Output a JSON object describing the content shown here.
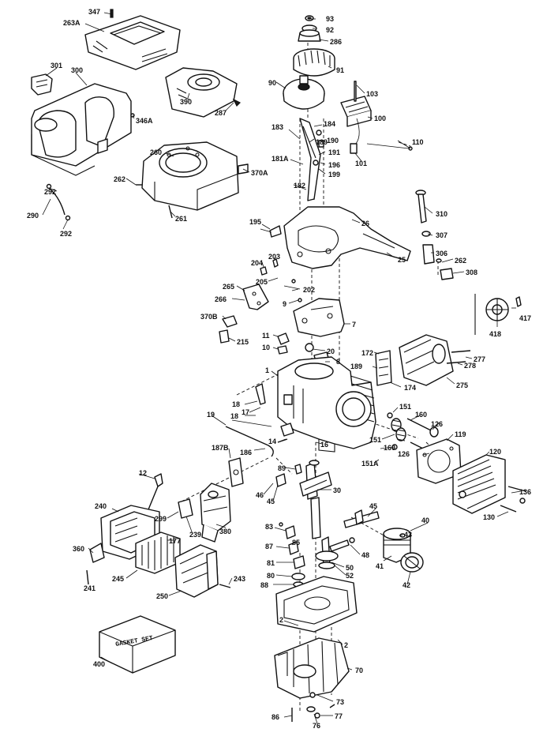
{
  "diagram": {
    "gasket_kit_label": "GASKET SET",
    "callouts": [
      {
        "key": "347",
        "text": "347"
      },
      {
        "key": "263A",
        "text": "263A"
      },
      {
        "key": "93",
        "text": "93"
      },
      {
        "key": "92",
        "text": "92"
      },
      {
        "key": "286",
        "text": "286"
      },
      {
        "key": "91",
        "text": "91"
      },
      {
        "key": "301",
        "text": "301"
      },
      {
        "key": "300",
        "text": "300"
      },
      {
        "key": "390",
        "text": "390"
      },
      {
        "key": "287",
        "text": "287"
      },
      {
        "key": "90",
        "text": "90"
      },
      {
        "key": "103",
        "text": "103"
      },
      {
        "key": "346A",
        "text": "346A"
      },
      {
        "key": "100",
        "text": "100"
      },
      {
        "key": "184",
        "text": "184"
      },
      {
        "key": "183",
        "text": "183"
      },
      {
        "key": "189",
        "text": "189"
      },
      {
        "key": "190",
        "text": "190"
      },
      {
        "key": "110",
        "text": "110"
      },
      {
        "key": "191",
        "text": "191"
      },
      {
        "key": "181A",
        "text": "181A"
      },
      {
        "key": "101",
        "text": "101"
      },
      {
        "key": "260",
        "text": "260"
      },
      {
        "key": "196",
        "text": "196"
      },
      {
        "key": "199",
        "text": "199"
      },
      {
        "key": "370A",
        "text": "370A"
      },
      {
        "key": "262a",
        "text": "262"
      },
      {
        "key": "182",
        "text": "182"
      },
      {
        "key": "292a",
        "text": "292"
      },
      {
        "key": "261",
        "text": "261"
      },
      {
        "key": "290",
        "text": "290"
      },
      {
        "key": "292b",
        "text": "292"
      },
      {
        "key": "310",
        "text": "310"
      },
      {
        "key": "195",
        "text": "195"
      },
      {
        "key": "26",
        "text": "26"
      },
      {
        "key": "307",
        "text": "307"
      },
      {
        "key": "25",
        "text": "25"
      },
      {
        "key": "306",
        "text": "306"
      },
      {
        "key": "204",
        "text": "204"
      },
      {
        "key": "203",
        "text": "203"
      },
      {
        "key": "262b",
        "text": "262"
      },
      {
        "key": "205",
        "text": "205"
      },
      {
        "key": "308",
        "text": "308"
      },
      {
        "key": "265",
        "text": "265"
      },
      {
        "key": "202",
        "text": "202"
      },
      {
        "key": "266",
        "text": "266"
      },
      {
        "key": "9",
        "text": "9"
      },
      {
        "key": "417",
        "text": "417"
      },
      {
        "key": "370B",
        "text": "370B"
      },
      {
        "key": "7",
        "text": "7"
      },
      {
        "key": "418",
        "text": "418"
      },
      {
        "key": "215",
        "text": "215"
      },
      {
        "key": "11",
        "text": "11"
      },
      {
        "key": "10",
        "text": "10"
      },
      {
        "key": "20",
        "text": "20"
      },
      {
        "key": "172",
        "text": "172"
      },
      {
        "key": "277",
        "text": "277"
      },
      {
        "key": "278",
        "text": "278"
      },
      {
        "key": "189b",
        "text": "189"
      },
      {
        "key": "8",
        "text": "8"
      },
      {
        "key": "1",
        "text": "1"
      },
      {
        "key": "275",
        "text": "275"
      },
      {
        "key": "174",
        "text": "174"
      },
      {
        "key": "151a",
        "text": "151"
      },
      {
        "key": "18a",
        "text": "18"
      },
      {
        "key": "17",
        "text": "17"
      },
      {
        "key": "160a",
        "text": "160"
      },
      {
        "key": "18b",
        "text": "18"
      },
      {
        "key": "19",
        "text": "19"
      },
      {
        "key": "126a",
        "text": "126"
      },
      {
        "key": "119",
        "text": "119"
      },
      {
        "key": "151b",
        "text": "151"
      },
      {
        "key": "160b",
        "text": "160"
      },
      {
        "key": "126b",
        "text": "126"
      },
      {
        "key": "14",
        "text": "14"
      },
      {
        "key": "16",
        "text": "16"
      },
      {
        "key": "187B",
        "text": "187B"
      },
      {
        "key": "186",
        "text": "186"
      },
      {
        "key": "151A",
        "text": "151A"
      },
      {
        "key": "120",
        "text": "120"
      },
      {
        "key": "12",
        "text": "12"
      },
      {
        "key": "89",
        "text": "89"
      },
      {
        "key": "136",
        "text": "136"
      },
      {
        "key": "46",
        "text": "46"
      },
      {
        "key": "45a",
        "text": "45"
      },
      {
        "key": "30",
        "text": "30"
      },
      {
        "key": "130",
        "text": "130"
      },
      {
        "key": "240",
        "text": "240"
      },
      {
        "key": "239",
        "text": "239"
      },
      {
        "key": "45b",
        "text": "45"
      },
      {
        "key": "299",
        "text": "299"
      },
      {
        "key": "380",
        "text": "380"
      },
      {
        "key": "40",
        "text": "40"
      },
      {
        "key": "83",
        "text": "83"
      },
      {
        "key": "43",
        "text": "43"
      },
      {
        "key": "177",
        "text": "177"
      },
      {
        "key": "85",
        "text": "85"
      },
      {
        "key": "87",
        "text": "87"
      },
      {
        "key": "48",
        "text": "48"
      },
      {
        "key": "360",
        "text": "360"
      },
      {
        "key": "81",
        "text": "81"
      },
      {
        "key": "50",
        "text": "50"
      },
      {
        "key": "41",
        "text": "41"
      },
      {
        "key": "245",
        "text": "245"
      },
      {
        "key": "80",
        "text": "80"
      },
      {
        "key": "52",
        "text": "52"
      },
      {
        "key": "42",
        "text": "42"
      },
      {
        "key": "241",
        "text": "241"
      },
      {
        "key": "243",
        "text": "243"
      },
      {
        "key": "88",
        "text": "88"
      },
      {
        "key": "250",
        "text": "250"
      },
      {
        "key": "2a",
        "text": "2"
      },
      {
        "key": "2b",
        "text": "2"
      },
      {
        "key": "400",
        "text": "400"
      },
      {
        "key": "70",
        "text": "70"
      },
      {
        "key": "73",
        "text": "73"
      },
      {
        "key": "86",
        "text": "86"
      },
      {
        "key": "76",
        "text": "76"
      },
      {
        "key": "77",
        "text": "77"
      }
    ]
  }
}
